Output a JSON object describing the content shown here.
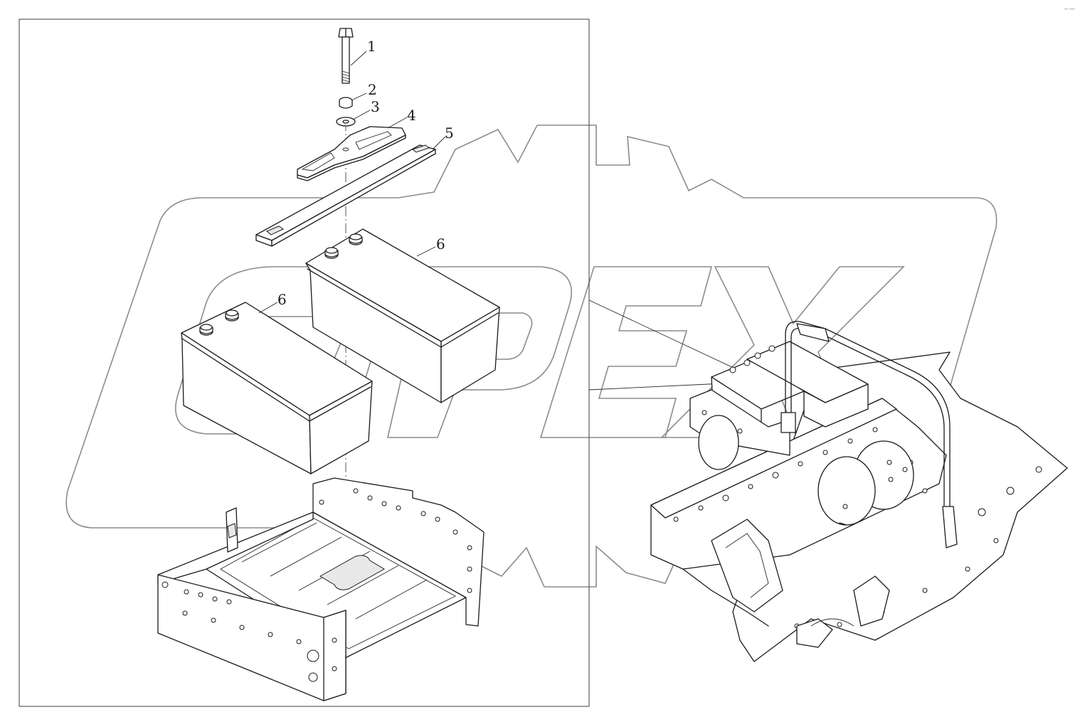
{
  "watermark": {
    "text": "OPEX"
  },
  "corner_mark": "-- ---",
  "callouts": [
    {
      "id": "1",
      "label": "1"
    },
    {
      "id": "2",
      "label": "2"
    },
    {
      "id": "3",
      "label": "3"
    },
    {
      "id": "4",
      "label": "4"
    },
    {
      "id": "5",
      "label": "5"
    },
    {
      "id": "6a",
      "label": "6"
    },
    {
      "id": "6b",
      "label": "6"
    }
  ]
}
